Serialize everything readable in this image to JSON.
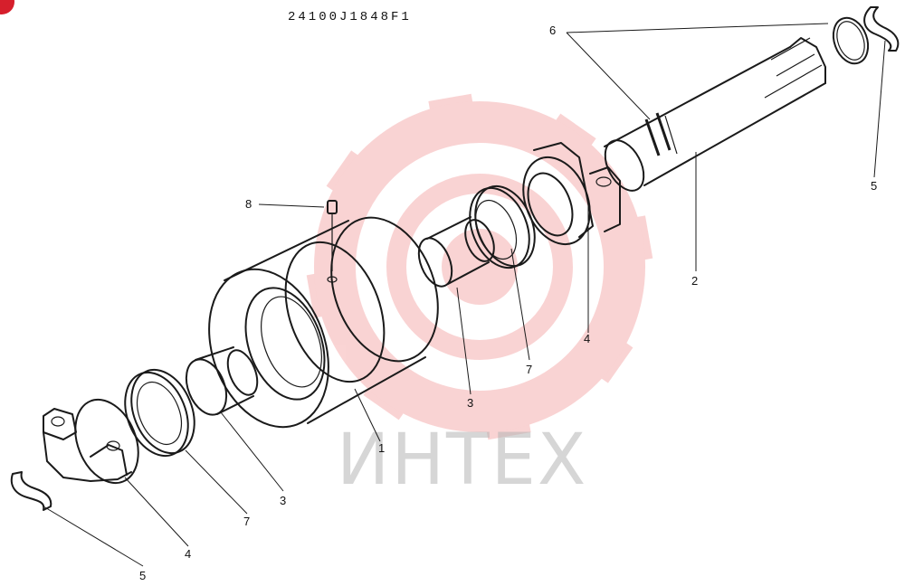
{
  "drawing_number": "24100J1848F1",
  "watermark": {
    "text": "ИНТЕХ",
    "color": "#e83a3a"
  },
  "corner_badge_color": "#d61f2c",
  "callouts": {
    "part_1": "1",
    "part_2": "2",
    "part_3_left": "3",
    "part_3_right": "3",
    "part_4_left": "4",
    "part_4_right": "4",
    "part_5_left": "5",
    "part_5_right": "5",
    "part_6": "6",
    "part_7_left": "7",
    "part_7_right": "7",
    "part_8": "8"
  }
}
